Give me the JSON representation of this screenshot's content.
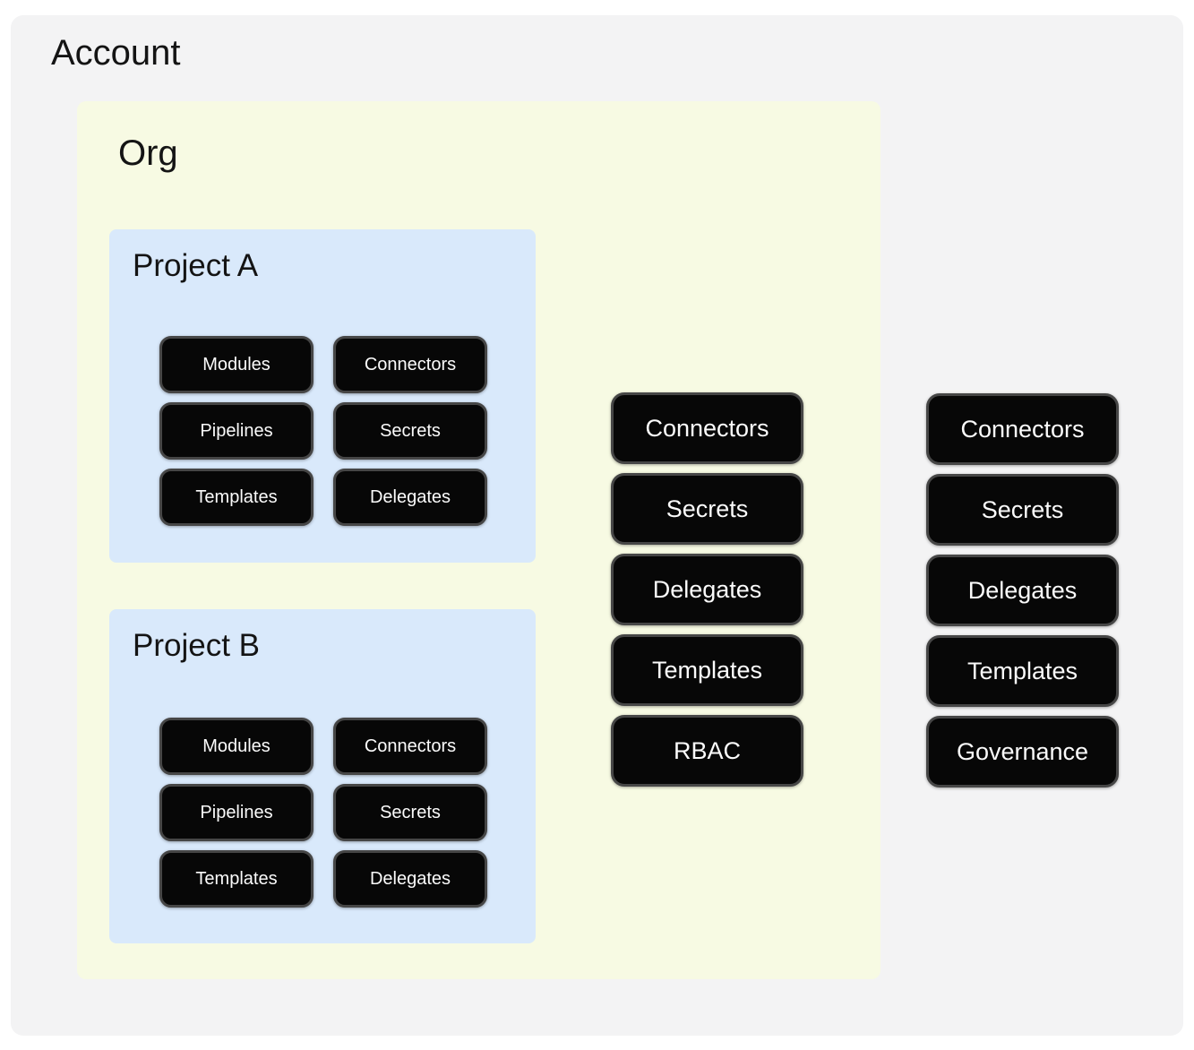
{
  "account": {
    "title": "Account",
    "pills": [
      "Connectors",
      "Secrets",
      "Delegates",
      "Templates",
      "Governance"
    ]
  },
  "org": {
    "title": "Org",
    "pills": [
      "Connectors",
      "Secrets",
      "Delegates",
      "Templates",
      "RBAC"
    ],
    "projects": [
      {
        "title": "Project A",
        "buttons": [
          "Modules",
          "Connectors",
          "Pipelines",
          "Secrets",
          "Templates",
          "Delegates"
        ]
      },
      {
        "title": "Project B",
        "buttons": [
          "Modules",
          "Connectors",
          "Pipelines",
          "Secrets",
          "Templates",
          "Delegates"
        ]
      }
    ]
  },
  "colors": {
    "page_bg": "#ffffff",
    "account_bg": "#f3f3f4",
    "org_bg": "#f7fae3",
    "project_bg": "#d9e9fb",
    "node_bg": "#070707",
    "node_border": "#464646",
    "node_text": "#fbfbfb"
  }
}
